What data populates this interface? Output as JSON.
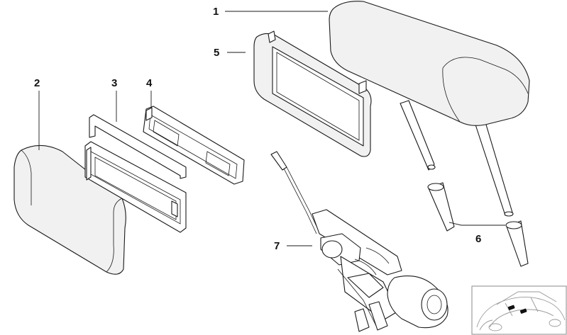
{
  "callouts": [
    {
      "id": "1",
      "label": "1"
    },
    {
      "id": "2",
      "label": "2"
    },
    {
      "id": "3",
      "label": "3"
    },
    {
      "id": "4",
      "label": "4"
    },
    {
      "id": "5",
      "label": "5"
    },
    {
      "id": "6",
      "label": "6"
    },
    {
      "id": "7",
      "label": "7"
    }
  ],
  "colors": {
    "line": "#1a1a1a",
    "fill": "#ffffff",
    "shade": "#f1f1f1",
    "inset_line": "#9a9a9a",
    "marker": "#111111"
  },
  "icons": {
    "locator": "car-locator-icon"
  }
}
